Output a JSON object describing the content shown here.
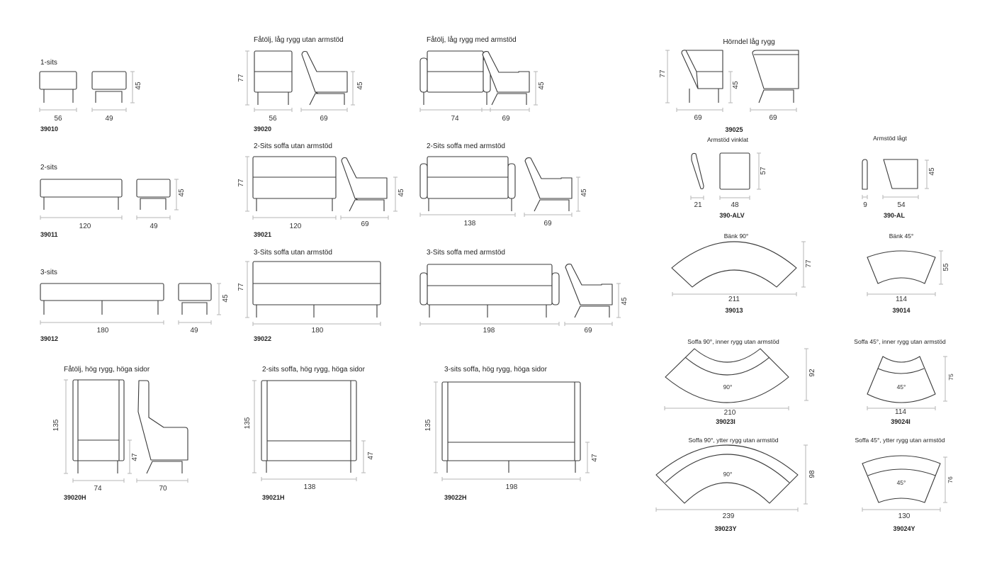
{
  "p39010": {
    "title": "1-sits",
    "code": "39010",
    "front_w": "56",
    "side_w": "49",
    "seat_h": "45"
  },
  "p39011": {
    "title": "2-sits",
    "code": "39011",
    "front_w": "120",
    "side_w": "49",
    "seat_h": "45"
  },
  "p39012": {
    "title": "3-sits",
    "code": "39012",
    "front_w": "180",
    "side_w": "49",
    "seat_h": "45"
  },
  "p39020": {
    "title": "Fåtölj, låg rygg utan armstöd",
    "code": "39020",
    "height": "77",
    "front_w": "56",
    "side_w": "69",
    "seat_h": "45"
  },
  "p39020a": {
    "title": "Fåtölj, låg rygg med armstöd",
    "front_w": "74",
    "side_w": "69",
    "seat_h": "45"
  },
  "p39021": {
    "title": "2-Sits soffa utan armstöd",
    "code": "39021",
    "height": "77",
    "front_w": "120",
    "side_w": "69",
    "seat_h": "45"
  },
  "p39021a": {
    "title": "2-Sits soffa med armstöd",
    "front_w": "138",
    "side_w": "69",
    "seat_h": "45"
  },
  "p39022": {
    "title": "3-Sits soffa utan armstöd",
    "code": "39022",
    "height": "77",
    "front_w": "180"
  },
  "p39022a": {
    "title": "3-Sits soffa med armstöd",
    "front_w": "198",
    "side_w": "69",
    "seat_h": "45"
  },
  "p39020H": {
    "title": "Fåtölj, hög rygg, höga sidor",
    "code": "39020H",
    "height": "135",
    "seat_h": "47",
    "front_w": "74",
    "side_w": "70"
  },
  "p39021H": {
    "title": "2-sits soffa, hög rygg, höga sidor",
    "code": "39021H",
    "height": "135",
    "seat_h": "47",
    "front_w": "138"
  },
  "p39022H": {
    "title": "3-sits soffa, hög rygg, höga sidor",
    "code": "39022H",
    "height": "135",
    "seat_h": "47",
    "front_w": "198"
  },
  "p39025": {
    "title": "Hörndel låg rygg",
    "code": "39025",
    "height": "77",
    "seat_h": "45",
    "front_w": "69",
    "side_w": "69"
  },
  "p390ALV": {
    "title": "Armstöd vinklat",
    "code": "390-ALV",
    "w1": "21",
    "w2": "48",
    "height": "57"
  },
  "p390AL": {
    "title": "Armstöd lågt",
    "code": "390-AL",
    "w1": "9",
    "w2": "54",
    "height": "45"
  },
  "p39013": {
    "title": "Bänk 90°",
    "code": "39013",
    "width": "211",
    "depth": "77"
  },
  "p39014": {
    "title": "Bänk 45°",
    "code": "39014",
    "width": "114",
    "depth": "55"
  },
  "p39023I": {
    "title": "Soffa 90°, inner rygg utan armstöd",
    "code": "39023I",
    "width": "210",
    "depth": "92",
    "angle": "90°"
  },
  "p39024I": {
    "title": "Soffa 45°, inner rygg utan armstöd",
    "code": "39024I",
    "width": "114",
    "depth": "75",
    "angle": "45°"
  },
  "p39023Y": {
    "title": "Soffa 90°, ytter rygg utan armstöd",
    "code": "39023Y",
    "width": "239",
    "depth": "98",
    "angle": "90°"
  },
  "p39024Y": {
    "title": "Soffa 45°, ytter rygg utan armstöd",
    "code": "39024Y",
    "width": "130",
    "depth": "76",
    "angle": "45°"
  }
}
